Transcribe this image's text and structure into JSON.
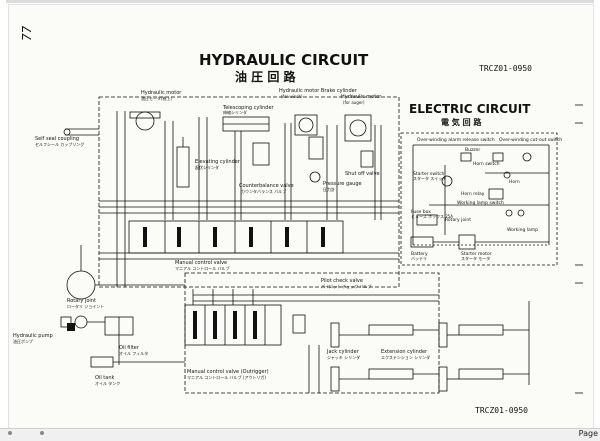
{
  "page_corner_mark": "77",
  "hydraulic": {
    "title": "HYDRAULIC CIRCUIT",
    "title_jp": "油 圧 回 路"
  },
  "electric": {
    "title": "ELECTRIC CIRCUIT",
    "title_jp": "電 気 回 路"
  },
  "doc_code_top": "TRCZ01-0950",
  "doc_code_bottom": "TRCZ01-0950",
  "labels": {
    "hydraulic_motor_1": "Hydraulic motor",
    "hydraulic_motor_1_jp": "油圧モータ(巻上)",
    "hydraulic_motor_2": "Hydraulic motor Brake cylinder",
    "hydraulic_motor_2_sub": "(for winch)",
    "hydraulic_motor_3": "Hydraulic motor",
    "hydraulic_motor_3_sub": "(for auger)",
    "telescoping_cylinder": "Telescoping cylinder",
    "telescoping_cylinder_jp": "伸縮シリンダ",
    "self_seal_coupling": "Self seal coupling",
    "self_seal_coupling_jp": "セルフシール カップリング",
    "elevating_cylinder": "Elevating cylinder",
    "elevating_cylinder_jp": "起伏シリンダ",
    "counterbalance_valve": "Counterbalance valve",
    "counterbalance_valve_jp": "カウンタバランス バルブ",
    "shut_off_valve": "Shut off valve",
    "pressure_gauge": "Pressure gauge",
    "pressure_gauge_jp": "圧力計",
    "manual_control_valve": "Manual control valve",
    "manual_control_valve_jp": "マニアル コントロール バルブ",
    "rotary_joint": "Rotary joint",
    "rotary_joint_jp": "ロータリ ジョイント",
    "hydraulic_pump": "Hydraulic pump",
    "hydraulic_pump_jp": "油圧ポンプ",
    "oil_filter": "Oil filter",
    "oil_filter_jp": "オイル フィルタ",
    "oil_tank": "Oil tank",
    "oil_tank_jp": "オイル タンク",
    "pilot_check_valve": "Pilot check valve",
    "pilot_check_valve_jp": "パイロット チェック バルブ",
    "jack_cylinder": "Jack cylinder",
    "jack_cylinder_jp": "ジャッキ シリンダ",
    "extension_cylinder": "Extension cylinder",
    "extension_cylinder_jp": "エクステンション シリンダ",
    "manual_control_valve_outrigger": "Manual control valve (Outrigger)",
    "manual_control_valve_outrigger_jp": "マニアル コントロール バルブ (アウトリガ)",
    "over_winding_alarm": "Over-winding alarm release switch",
    "buzzer": "Buzzer",
    "horn_switch": "Horn switch",
    "over_winding_cutout": "Over-winding cut-out switch",
    "horn": "Horn",
    "horn_relay": "Horn relay",
    "starter_switch": "Starter switch",
    "starter_switch_jp": "スタータ スイッチ",
    "working_lamp_switch": "Working lamp switch",
    "fuse_box": "Fuse box",
    "fuse_box_jp": "ヒューズ ボックス 25A",
    "rotary_joint_e": "Rotary joint",
    "working_lamp": "Working lamp",
    "battery": "Battery",
    "battery_jp": "バッテリ",
    "starter_motor": "Starter motor",
    "starter_motor_jp": "スタータ モータ"
  },
  "status": {
    "page_label": "Page"
  }
}
